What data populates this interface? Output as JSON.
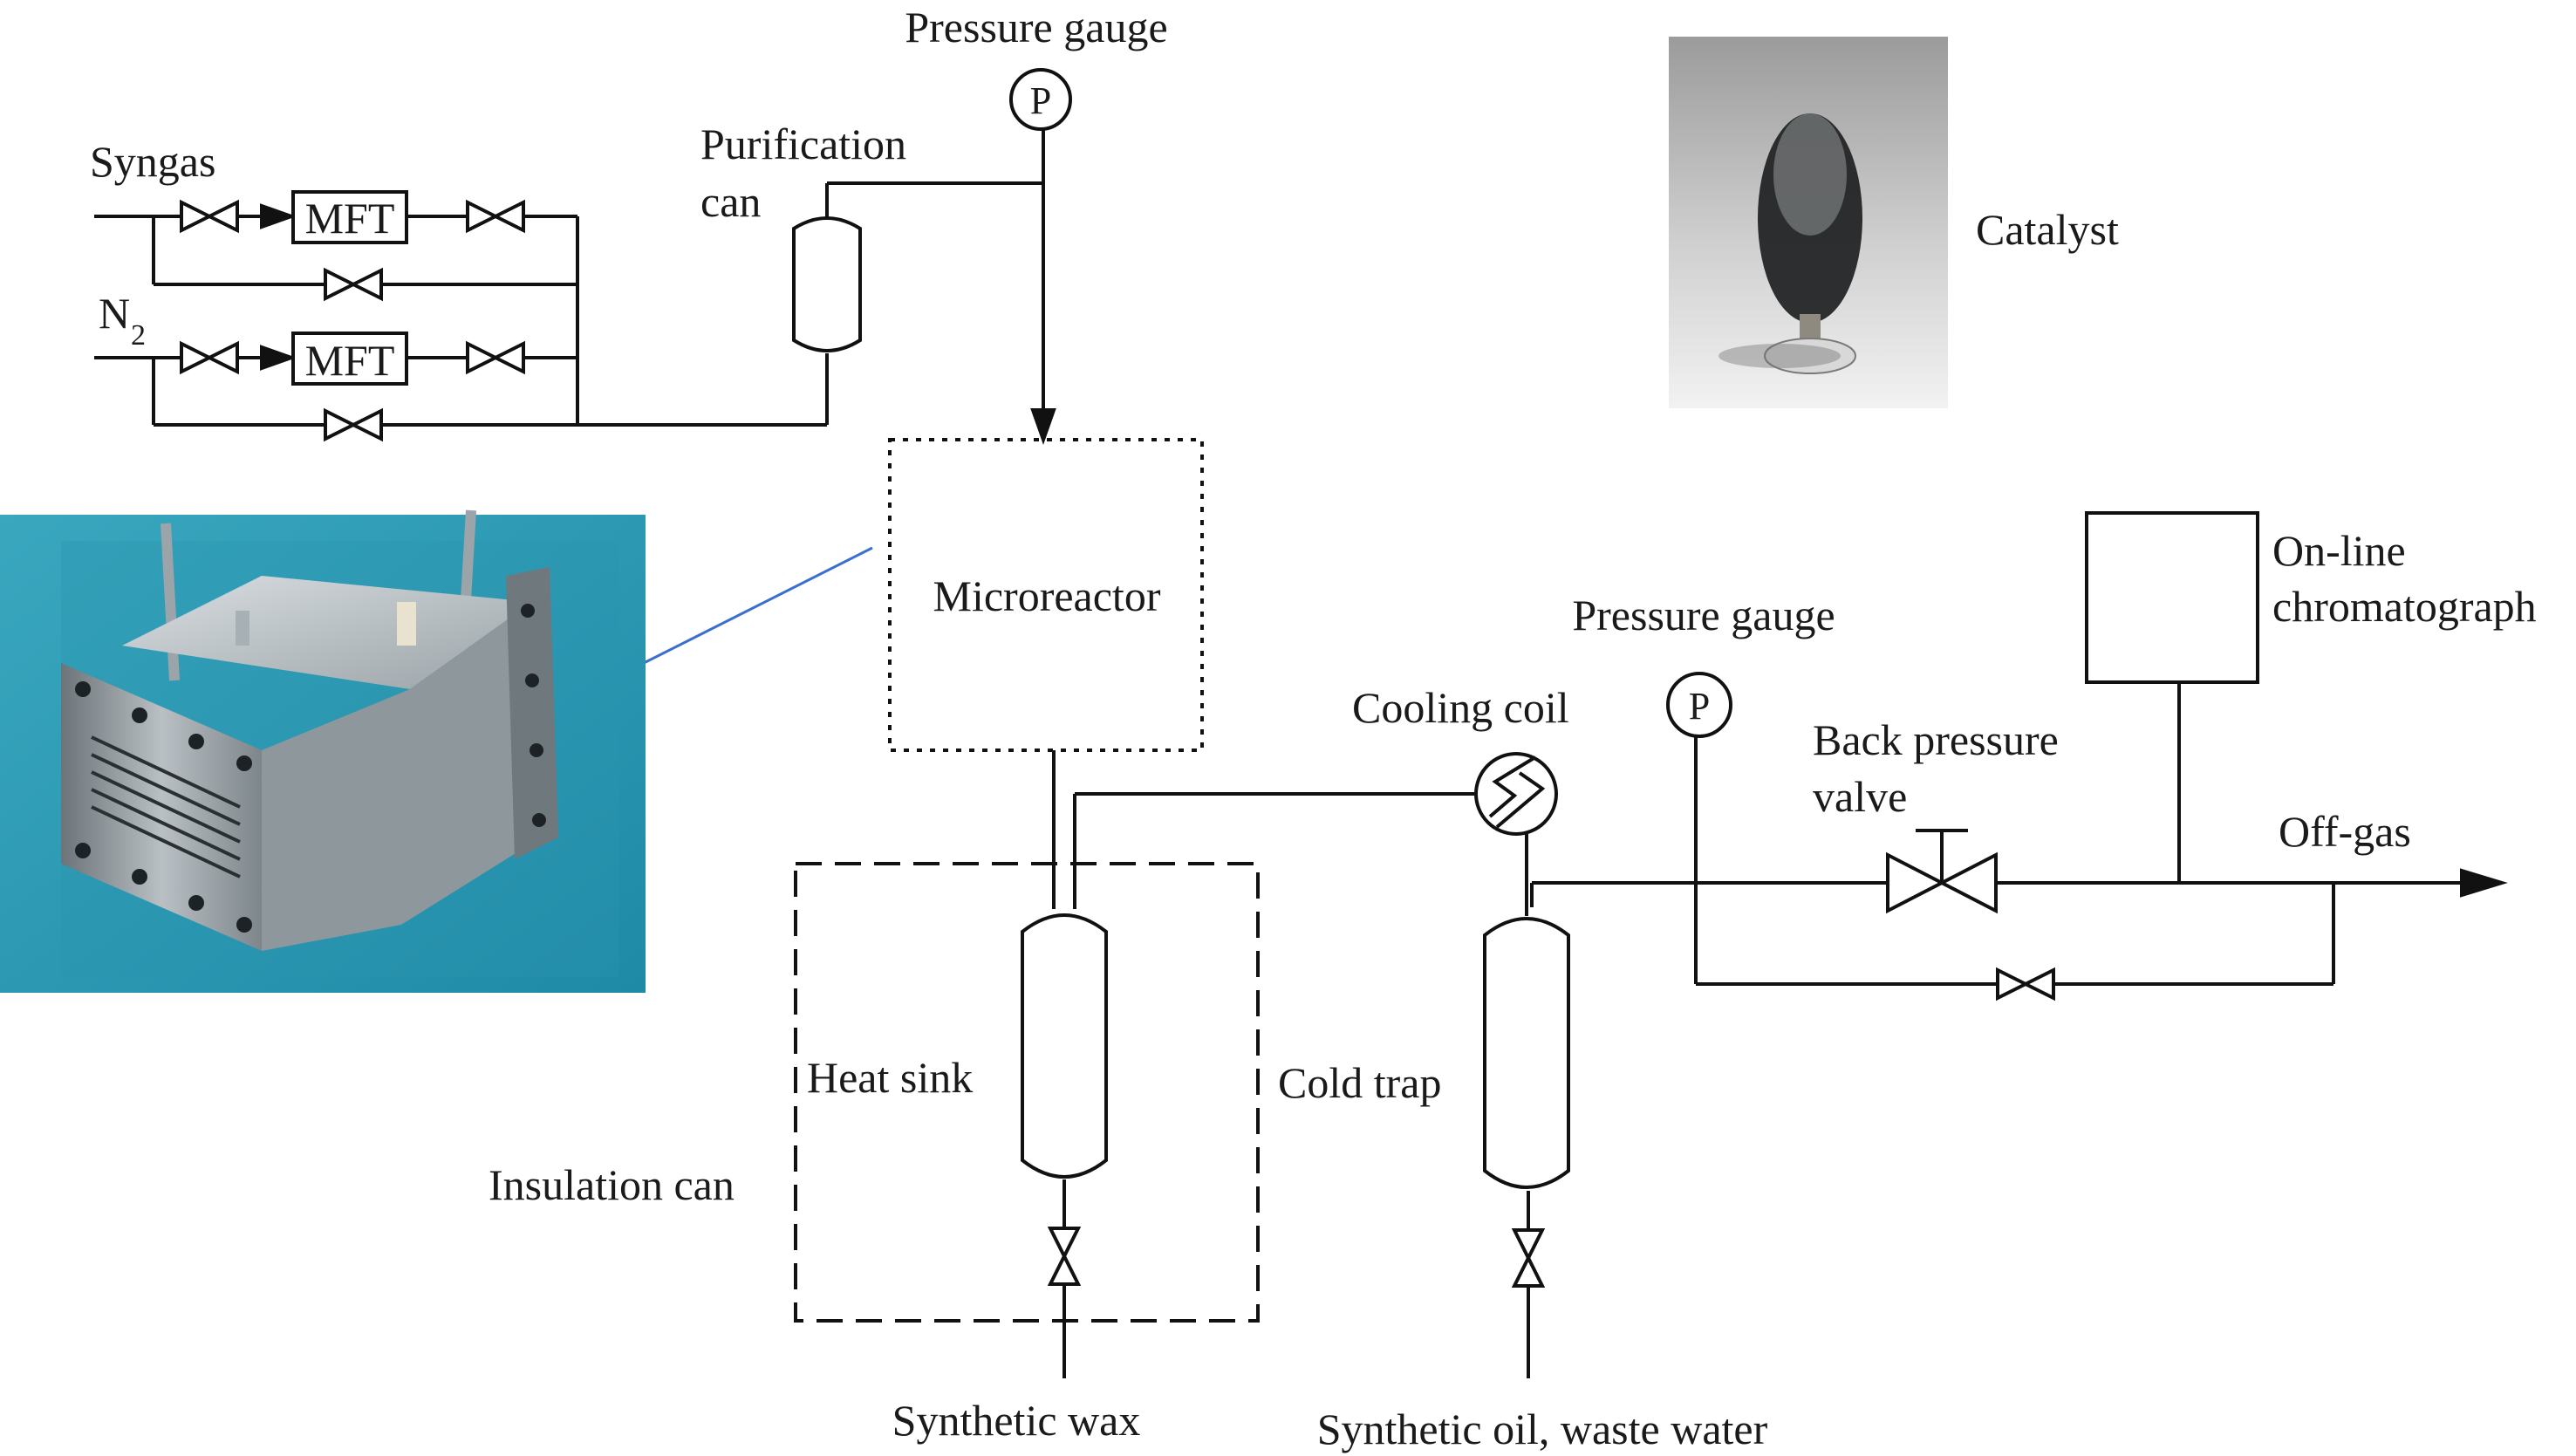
{
  "labels": {
    "syngas": "Syngas",
    "n2_main": "N",
    "n2_sub": "2",
    "mft_1": "MFT",
    "mft_2": "MFT",
    "purification_line1": "Purification",
    "purification_line2": "can",
    "pressure_gauge_top": "Pressure gauge",
    "gauge_symbol_top": "P",
    "microreactor": "Microreactor",
    "catalyst": "Catalyst",
    "heat_sink": "Heat sink",
    "insulation_can": "Insulation can",
    "synthetic_wax": "Synthetic wax",
    "cooling_coil": "Cooling coil",
    "cold_trap": "Cold trap",
    "synthetic_oil": "Synthetic oil, waste water",
    "pressure_gauge_right": "Pressure gauge",
    "gauge_symbol_right": "P",
    "back_pressure_line1": "Back pressure",
    "back_pressure_line2": "valve",
    "online_line1": "On-line",
    "online_line2": "chromatograph",
    "offgas": "Off-gas"
  },
  "photos": {
    "microreactor_photo": "microreactor-device-photo",
    "catalyst_photo": "catalyst-in-glass-vessel-photo"
  },
  "colors": {
    "line": "#111111",
    "connector": "#3a6fd0",
    "photo_bg": "#2e9bb4",
    "catalyst_bg": "#bdbdbd"
  }
}
